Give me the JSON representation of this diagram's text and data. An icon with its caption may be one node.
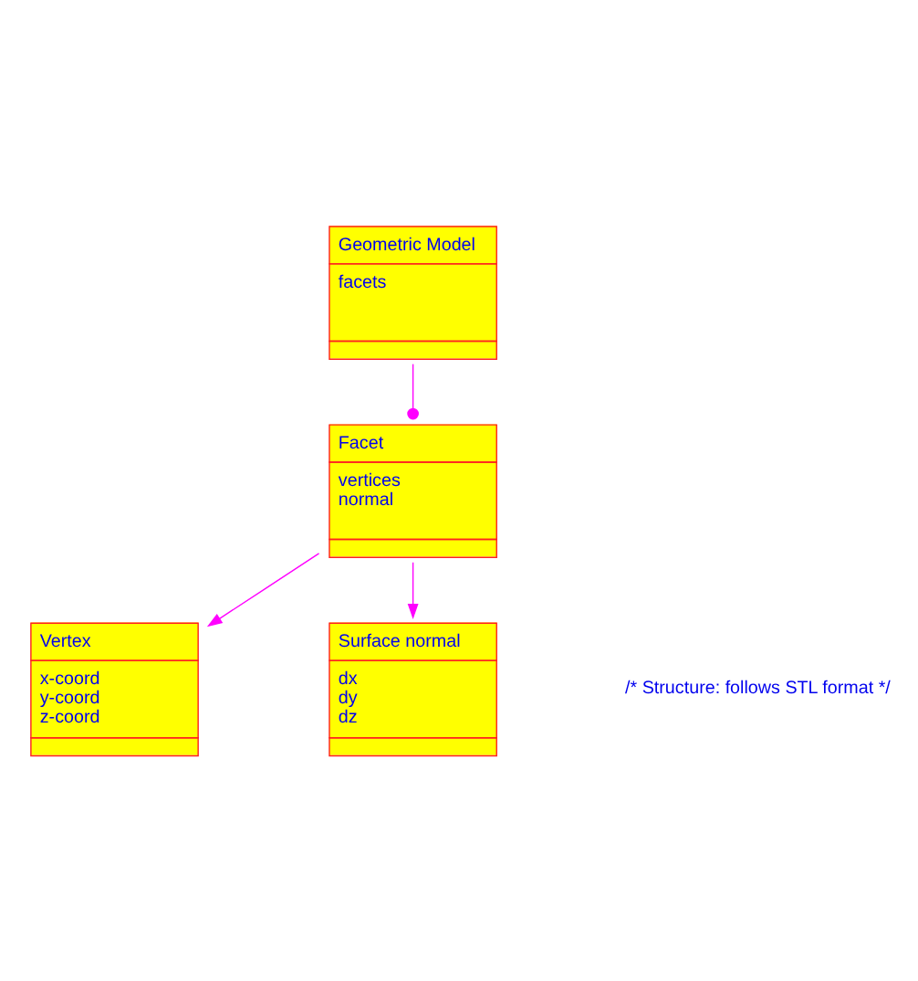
{
  "diagram": {
    "nodes": [
      {
        "text": [
          "Geometric Model",
          "facets"
        ]
      },
      {
        "text": [
          "Facet",
          "vertices",
          "normal"
        ]
      },
      {
        "text": [
          "Vertex",
          "x-coord",
          "y-coord",
          "z-coord"
        ]
      },
      {
        "text": [
          "Surface normal",
          "dx",
          "dy",
          "dz"
        ]
      }
    ],
    "edges": [
      {
        "from": 0,
        "to": 1,
        "arrow": "other"
      },
      {
        "from": 1,
        "to": 2,
        "arrow": "to"
      },
      {
        "from": 1,
        "to": 3,
        "arrow": "to"
      }
    ],
    "labels": [
      "/* Structure: follows STL format */"
    ]
  }
}
